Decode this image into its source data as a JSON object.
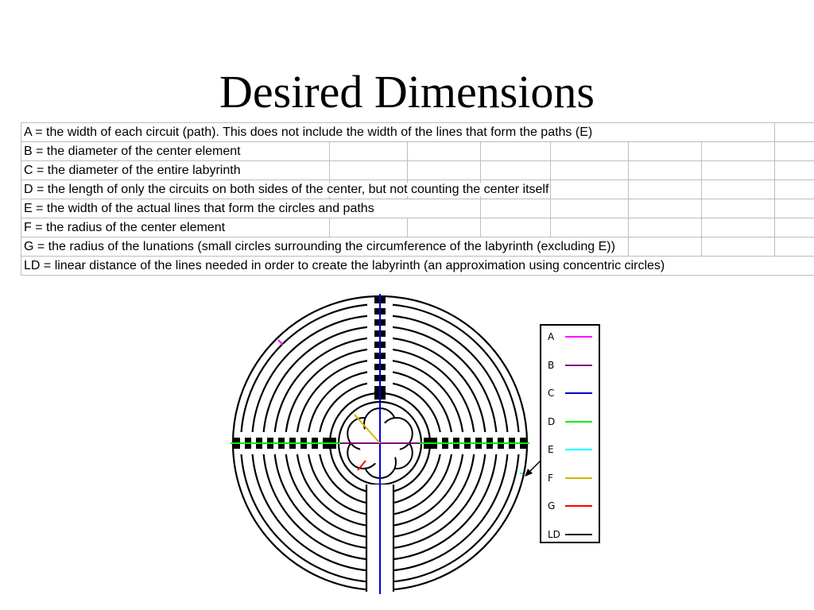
{
  "title": "Desired Dimensions",
  "definitions": [
    "A = the width of each circuit (path).  This does not include the width of the lines that form the paths (E)",
    "B = the diameter of the center element",
    "C = the diameter of the entire labyrinth",
    "D = the length of only the circuits on both sides of the center, but not counting the center itself",
    "E = the width of the actual lines that form the circles and paths",
    "F = the radius of the center element",
    "G = the radius of the lunations (small circles surrounding the circumference of the labyrinth (excluding E))",
    "LD = linear distance of the lines needed in order to create the labyrinth (an approximation using concentric circles)"
  ],
  "legend": [
    {
      "letter": "A",
      "color": "#ff00ff"
    },
    {
      "letter": "B",
      "color": "#800080"
    },
    {
      "letter": "C",
      "color": "#0000cc"
    },
    {
      "letter": "D",
      "color": "#00ee00"
    },
    {
      "letter": "E",
      "color": "#00ffff"
    },
    {
      "letter": "F",
      "color": "#d4b400"
    },
    {
      "letter": "G",
      "color": "#ff0000"
    },
    {
      "letter": "LD",
      "color": "#000000"
    }
  ],
  "icons": [
    "labyrinth-diagram",
    "legend-arrow-icon"
  ]
}
